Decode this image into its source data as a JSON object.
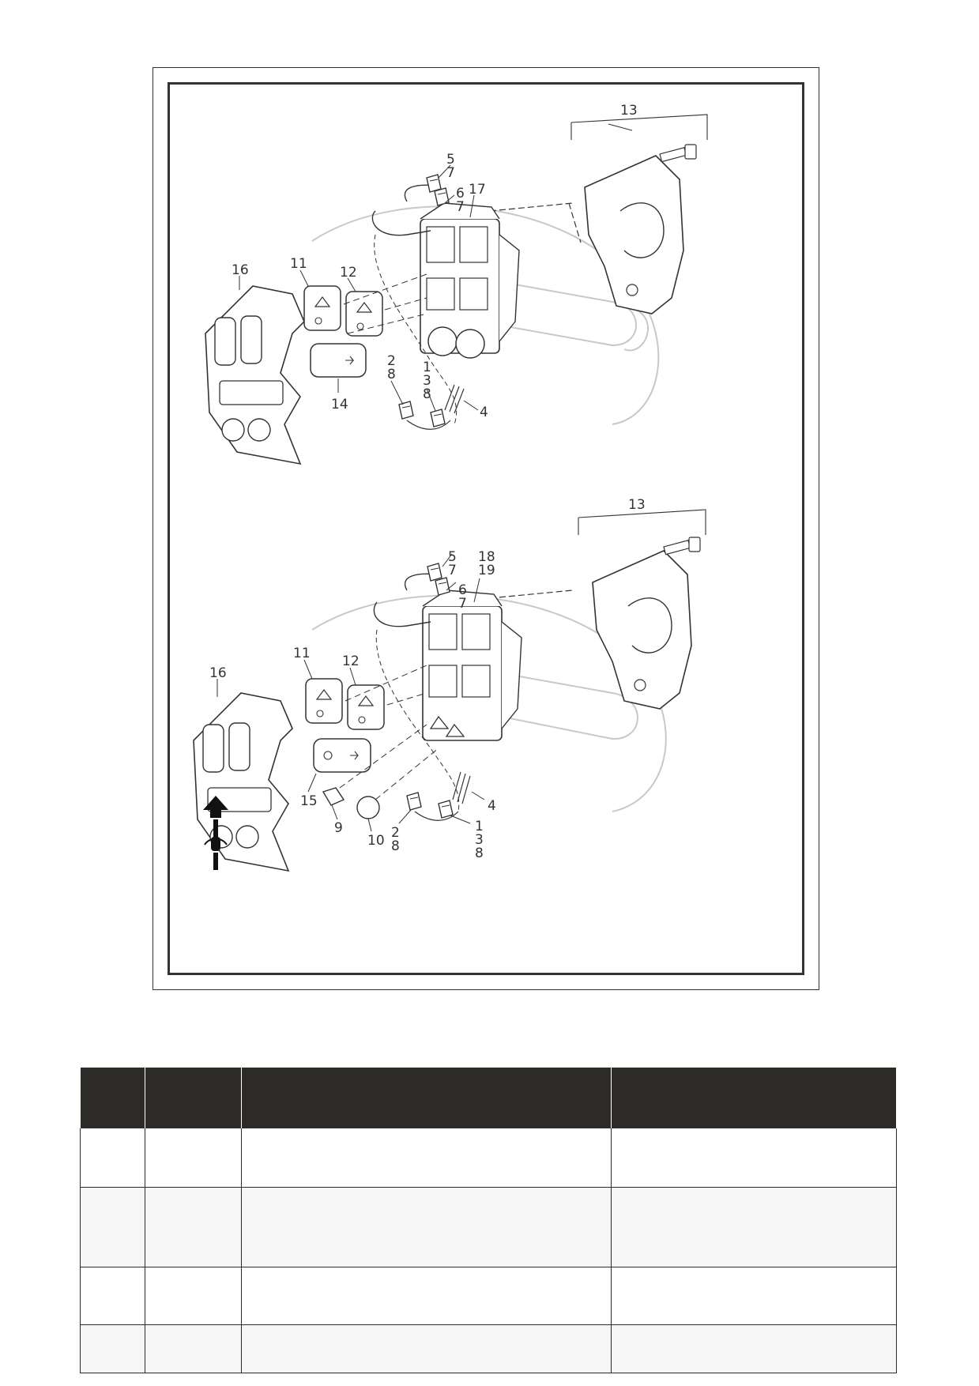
{
  "diagram": {
    "labels_top": [
      {
        "id": "13",
        "text": "13"
      },
      {
        "id": "5_7",
        "lines": [
          "5",
          "7"
        ]
      },
      {
        "id": "6_7",
        "lines": [
          "6",
          "7"
        ]
      },
      {
        "id": "17",
        "text": "17"
      },
      {
        "id": "16",
        "text": "16"
      },
      {
        "id": "11",
        "text": "11"
      },
      {
        "id": "12",
        "text": "12"
      },
      {
        "id": "14",
        "text": "14"
      },
      {
        "id": "2_8",
        "lines": [
          "2",
          "8"
        ]
      },
      {
        "id": "1_3_8",
        "lines": [
          "1",
          "3",
          "8"
        ]
      },
      {
        "id": "4",
        "text": "4"
      }
    ],
    "labels_bottom": [
      {
        "id": "13",
        "text": "13"
      },
      {
        "id": "5_7",
        "lines": [
          "5",
          "7"
        ]
      },
      {
        "id": "6_7",
        "lines": [
          "6",
          "7"
        ]
      },
      {
        "id": "18_19",
        "lines": [
          "18",
          "19"
        ]
      },
      {
        "id": "16",
        "text": "16"
      },
      {
        "id": "11",
        "text": "11"
      },
      {
        "id": "12",
        "text": "12"
      },
      {
        "id": "15",
        "text": "15"
      },
      {
        "id": "9",
        "text": "9"
      },
      {
        "id": "10",
        "text": "10"
      },
      {
        "id": "4",
        "text": "4"
      },
      {
        "id": "2_8",
        "lines": [
          "2",
          "8"
        ]
      },
      {
        "id": "1_3_8",
        "lines": [
          "1",
          "3",
          "8"
        ]
      }
    ],
    "orientation_icon": "front-arrow-rider-icon"
  },
  "table": {
    "headers": [
      "",
      "",
      "",
      ""
    ],
    "rows": [
      [
        "",
        "",
        "",
        ""
      ],
      [
        "",
        "",
        "",
        ""
      ],
      [
        "",
        "",
        "",
        ""
      ],
      [
        "",
        "",
        "",
        ""
      ]
    ]
  },
  "colors": {
    "header_bg": "#2c2b28",
    "line": "#333333",
    "ghost": "#c8c8c8"
  }
}
